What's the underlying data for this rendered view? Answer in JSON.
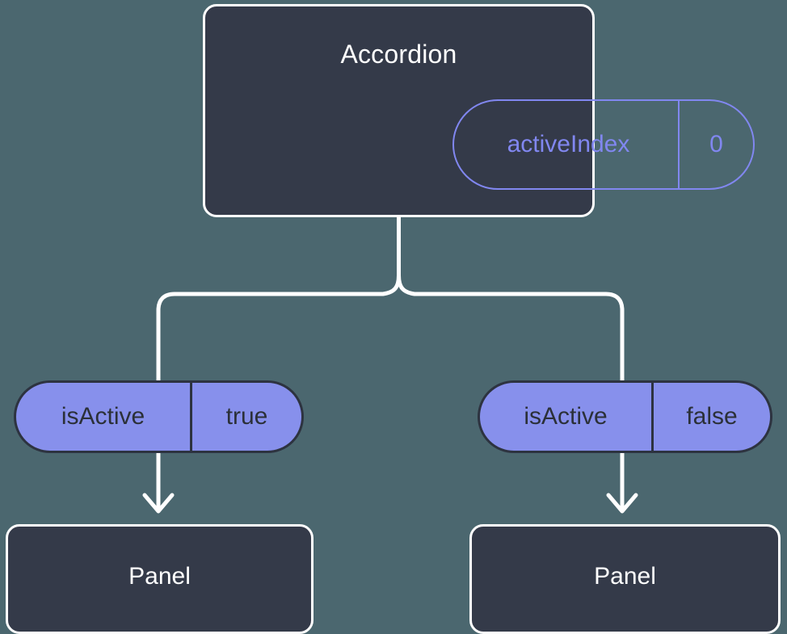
{
  "diagram": {
    "type": "component-tree",
    "background_color": "#4b676f",
    "root": {
      "title": "Accordion",
      "state_pill": {
        "key": "activeIndex",
        "value": "0",
        "style": "outline",
        "accent_color": "#8187f0"
      }
    },
    "branches": [
      {
        "side": "left",
        "prop_pill": {
          "key": "isActive",
          "value": "true",
          "style": "filled",
          "fill_color": "#8790ec",
          "border_color": "#2d3340"
        },
        "child": {
          "title": "Panel"
        }
      },
      {
        "side": "right",
        "prop_pill": {
          "key": "isActive",
          "value": "false",
          "style": "filled",
          "fill_color": "#8790ec",
          "border_color": "#2d3340"
        },
        "child": {
          "title": "Panel"
        }
      }
    ],
    "colors": {
      "node_fill": "#343a49",
      "node_border": "#ffffff",
      "connector": "#ffffff",
      "pill_accent": "#8187f0",
      "pill_fill": "#8790ec",
      "pill_text": "#2b3038",
      "title_text": "#ffffff"
    }
  }
}
